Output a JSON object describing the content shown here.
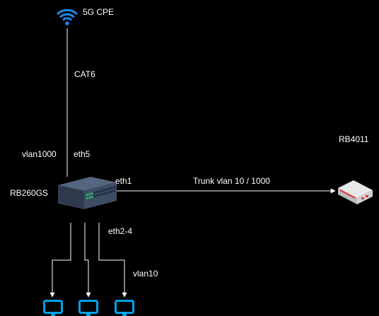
{
  "nodes": {
    "cpe": {
      "label": "5G CPE",
      "icon": "wifi-icon"
    },
    "switch": {
      "label": "RB260GS",
      "icon": "network-switch-icon"
    },
    "router": {
      "label": "RB4011",
      "icon": "router-icon"
    },
    "clients": [
      {
        "icon": "desktop-monitor-icon"
      },
      {
        "icon": "desktop-monitor-icon"
      },
      {
        "icon": "desktop-monitor-icon"
      }
    ]
  },
  "links": {
    "uplink": {
      "cable": "CAT6",
      "vlan": "vlan1000",
      "port": "eth5"
    },
    "trunk": {
      "port": "eth1",
      "label": "Trunk  vlan 10 / 1000"
    },
    "access": {
      "ports": "eth2-4",
      "vlan": "vlan10"
    }
  },
  "colors": {
    "background": "#000000",
    "line": "#ffffff",
    "wifi": "#1e88e5",
    "monitor": "#00a2e8",
    "switch_body": "#3d4d63",
    "switch_ports": "#22c55e",
    "router_body": "#d7d9dc",
    "router_accent": "#e53935"
  }
}
